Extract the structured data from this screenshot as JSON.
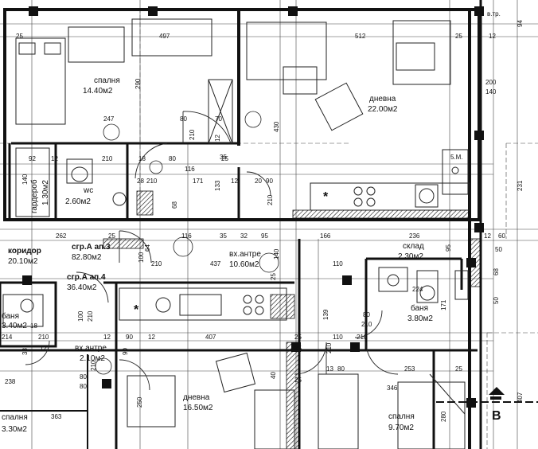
{
  "rooms": {
    "bedroom_top": {
      "name": "спалня",
      "area": "14.40м2"
    },
    "living_top": {
      "name": "дневна",
      "area": "22.00м2"
    },
    "wc": {
      "name": "wc",
      "area": "2.60м2"
    },
    "wardrobe": {
      "name": "гардероб",
      "area": "1.30м2"
    },
    "corridor": {
      "name": "коридор",
      "area": "20.10м2"
    },
    "apt3": {
      "name": "сгр.А ап.3",
      "area": "82.80м2"
    },
    "apt4": {
      "name": "сгр.А ап.4",
      "area": "36.40м2"
    },
    "entrance_top": {
      "name": "вх.антре",
      "area": "10.60м2"
    },
    "storage": {
      "name": "склад",
      "area": "2.30м2"
    },
    "bath_right": {
      "name": "баня",
      "area": "3.80м2"
    },
    "bath_left": {
      "name": "баня",
      "area": "3.40м2"
    },
    "entrance_bottom": {
      "name": "вх.антре",
      "area": "2.10м2"
    },
    "living_bottom": {
      "name": "дневна",
      "area": "16.50м2"
    },
    "bedroom_left": {
      "name": "спалня",
      "area": "3.30м2"
    },
    "bedroom_right": {
      "name": "спалня",
      "area": "9.70м2"
    }
  },
  "section_mark": "B",
  "corner_text": "в.тр.",
  "dimensions": [
    "25",
    "497",
    "512",
    "25",
    "12",
    "94",
    "290",
    "200",
    "140",
    "247",
    "430",
    "80",
    "210",
    "70",
    "12",
    "92",
    "12",
    "210",
    "18",
    "80",
    "116",
    "171",
    "133",
    "25",
    "12",
    "90",
    "210",
    "231",
    "140",
    "28",
    "210",
    "68",
    "35",
    "20",
    "5.М.",
    "262",
    "25",
    "116",
    "35",
    "32",
    "95",
    "166",
    "236",
    "95",
    "12",
    "60",
    "64",
    "100",
    "210",
    "437",
    "140",
    "110",
    "50",
    "25",
    "68",
    "50",
    "224",
    "100",
    "210",
    "139",
    "80",
    "210",
    "171",
    "12",
    "90",
    "12",
    "407",
    "25",
    "13",
    "110",
    "210",
    "214",
    "210",
    "90",
    "80",
    "210",
    "253",
    "25",
    "12",
    "25",
    "80",
    "38",
    "238",
    "80",
    "210",
    "40",
    "346",
    "407",
    "363",
    "250",
    "280",
    "25",
    "18"
  ]
}
